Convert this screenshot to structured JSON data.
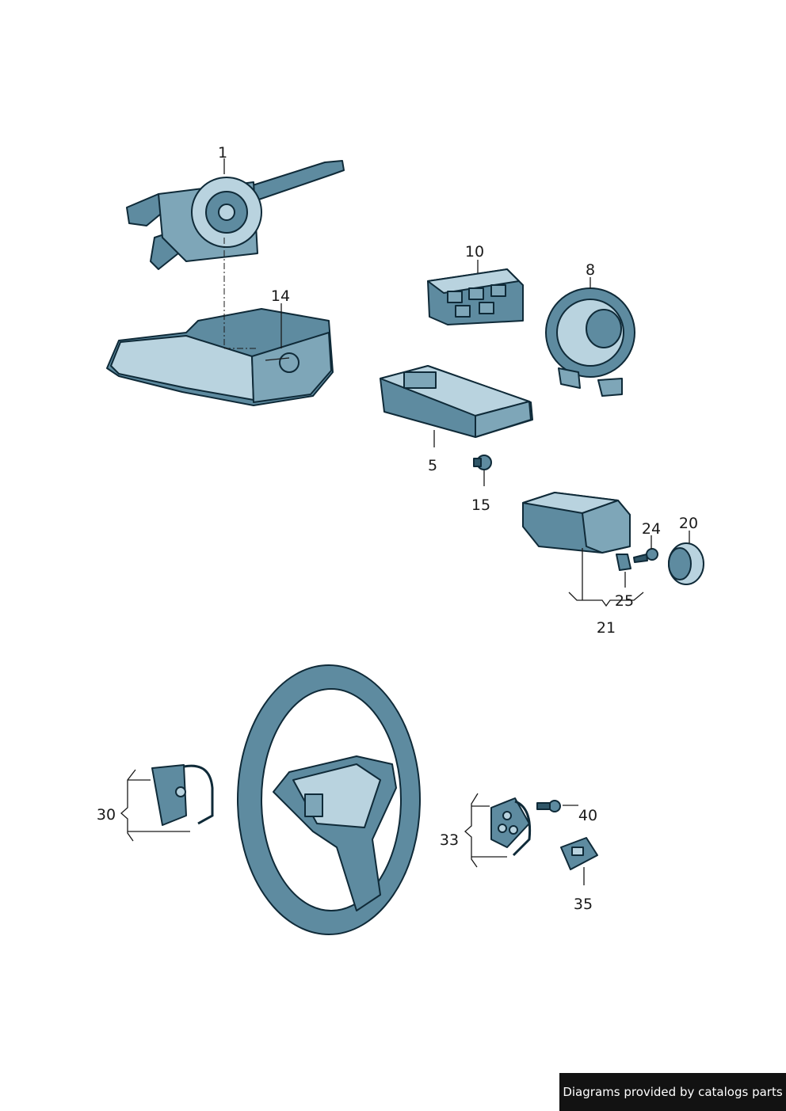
{
  "callouts": {
    "c1": "1",
    "c5": "5",
    "c8": "8",
    "c10": "10",
    "c14": "14",
    "c15": "15",
    "c20": "20",
    "c21": "21",
    "c24": "24",
    "c25": "25",
    "c30": "30",
    "c33": "33",
    "c35": "35",
    "c40": "40"
  },
  "footer": {
    "text": "Diagrams provided by catalogs parts"
  }
}
